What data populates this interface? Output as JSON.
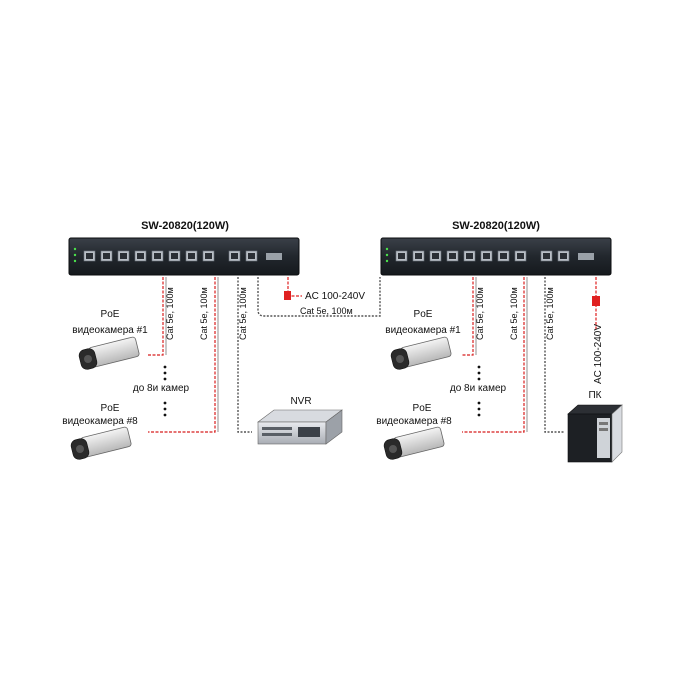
{
  "left": {
    "switch_title": "SW-20820(120W)",
    "power_label": "AC 100-240V",
    "uplink_cable_label": "Cat 5e, 100м",
    "camera_top": {
      "line1": "PoE",
      "line2": "видеокамера #1"
    },
    "camera_bottom": {
      "line1": "PoE",
      "line2": "видеокамера #8"
    },
    "up_to_label": "до 8и камер",
    "cable_labels": [
      "Cat 5e, 100м",
      "Cat 5e, 100м",
      "Cat 5e, 100м"
    ],
    "nvr_label": "NVR"
  },
  "right": {
    "switch_title": "SW-20820(120W)",
    "power_label": "AC 100-240V",
    "camera_top": {
      "line1": "PoE",
      "line2": "видеокамера #1"
    },
    "camera_bottom": {
      "line1": "PoE",
      "line2": "видеокамера #8"
    },
    "up_to_label": "до 8и камер",
    "cable_labels": [
      "Cat 5e, 100м",
      "Cat 5e, 100м",
      "Cat 5e, 100м"
    ],
    "pc_label": "ПК"
  },
  "colors": {
    "switch_body": "#1e2329",
    "cable_red": "#d81e1e",
    "power_red": "#e02020"
  }
}
